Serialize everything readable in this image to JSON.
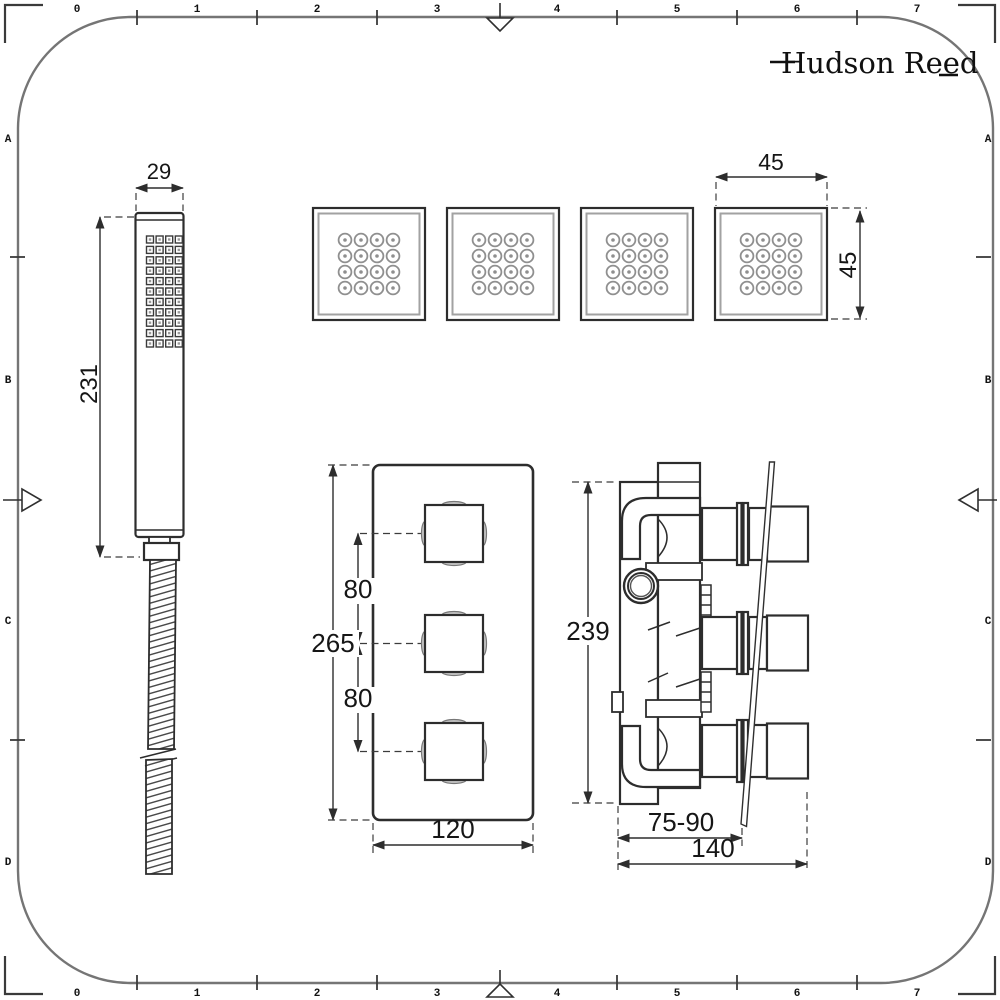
{
  "logo": {
    "text": "Hudson Reed"
  },
  "frame": {
    "top_labels": [
      "0",
      "1",
      "2",
      "3",
      "4",
      "5",
      "6",
      "7"
    ],
    "bottom_labels": [
      "0",
      "1",
      "2",
      "3",
      "4",
      "5",
      "6",
      "7"
    ],
    "left_labels": [
      "A",
      "B",
      "C",
      "D"
    ],
    "right_labels": [
      "A",
      "B",
      "C",
      "D"
    ]
  },
  "handset": {
    "width_label": "29",
    "height_label": "231",
    "nozzle_grid": {
      "cols": 4,
      "rows": 11
    }
  },
  "body_jets": {
    "count": 4,
    "width_label": "45",
    "height_label": "45",
    "nozzle_grid": {
      "cols": 4,
      "rows": 4
    }
  },
  "valve_front": {
    "handle_count": 3,
    "height_label": "265",
    "width_label": "120",
    "spacing_labels": [
      "80",
      "80"
    ]
  },
  "valve_side": {
    "height_label": "239",
    "recess_label": "75-90",
    "depth_label": "140"
  },
  "colors": {
    "line": "#2d2d2d",
    "frame_gray": "#757575",
    "soft_gray": "#a2a2a2",
    "nozzle_gray": "#8f8f8f"
  }
}
